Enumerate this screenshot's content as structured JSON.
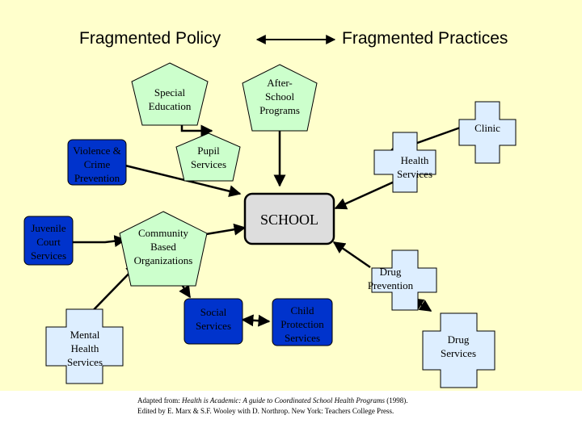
{
  "header": {
    "left_title": "Fragmented Policy",
    "right_title": "Fragmented Practices"
  },
  "center": {
    "label": "SCHOOL"
  },
  "nodes": {
    "special_education": "Special\nEducation",
    "after_school": "After-\nSchool\nPrograms",
    "clinic": "Clinic",
    "violence_prevention": "Violence &\nCrime\nPrevention",
    "pupil_services": "Pupil\nServices",
    "health_services": "Health\nServices",
    "juvenile_court": "Juvenile\nCourt\nServices",
    "community_orgs": "Community\nBased\nOrganizations",
    "drug_prevention": "Drug\nPrevention",
    "social_services": "Social\nServices",
    "child_protection": "Child\nProtection\nServices",
    "mental_health": "Mental\nHealth\nServices",
    "drug_services": "Drug\nServices"
  },
  "citation": {
    "prefix": "Adapted from: ",
    "title": "Health is Academic: A guide to Coordinated School Health Programs",
    "year": " (1998).",
    "line2": "Edited by E. Marx & S.F. Wooley with D. Northrop. New York: Teachers College Press."
  },
  "colors": {
    "background": "#ffffcc",
    "pentagon": "#ccffcc",
    "cross": "#ddeeff",
    "dark_box": "#0033cc",
    "school_box": "#dddddd"
  }
}
